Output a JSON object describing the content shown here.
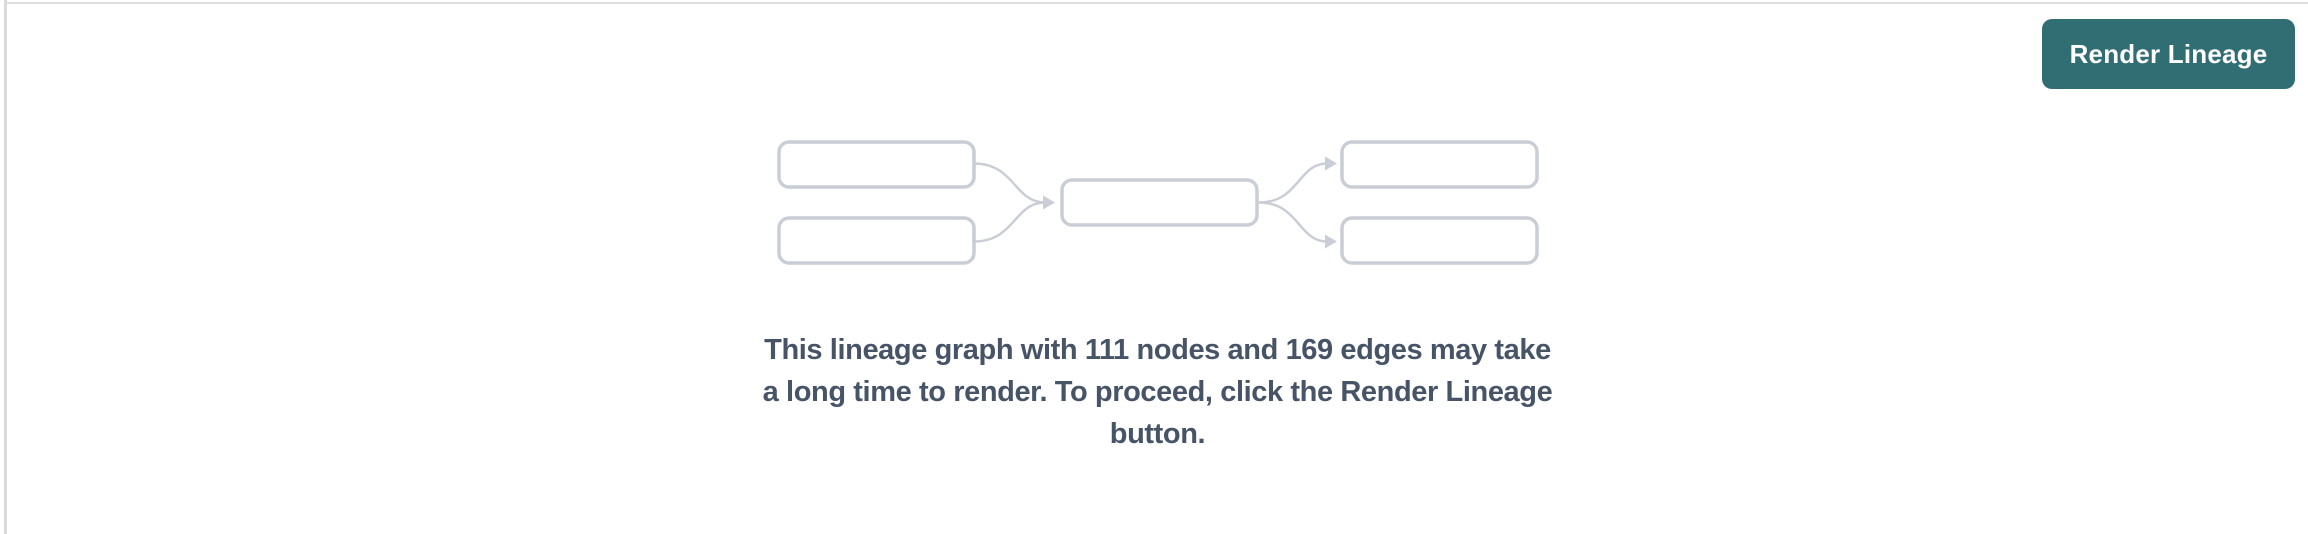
{
  "toolbar": {
    "render_button_label": "Render Lineage"
  },
  "message": {
    "lines": [
      "This lineage graph with 111 nodes and 169 edges may take",
      "a long time to render. To proceed, click the Render Lineage",
      "button."
    ],
    "node_count": "111",
    "edge_count": "169"
  },
  "graphic": {
    "description": "lineage-placeholder-diagram",
    "node_boxes": 5,
    "box_border_color": "#c9cdd6",
    "edge_color": "#c9cdd6"
  },
  "colors": {
    "button_background": "#316e74",
    "button_text": "#ffffff",
    "message_text": "#475467",
    "divider": "#dadadc"
  }
}
